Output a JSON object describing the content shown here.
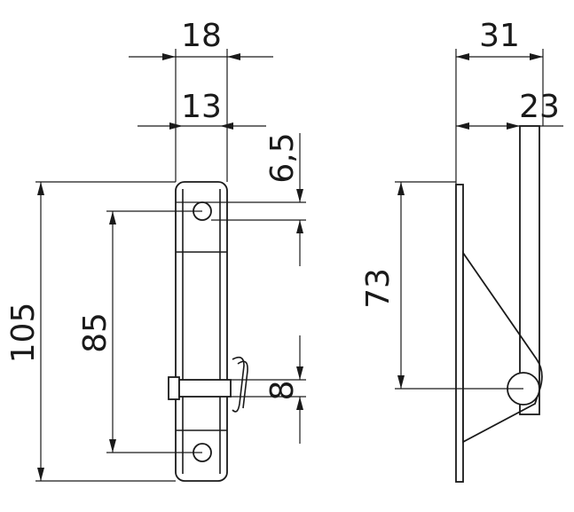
{
  "dimensions": {
    "width_outer": "18",
    "width_inner": "13",
    "hole_offset": "6,5",
    "total_height": "105",
    "hole_spacing": "85",
    "pin_diameter": "8",
    "side_depth_outer": "31",
    "side_depth_inner": "23",
    "side_height": "73"
  }
}
